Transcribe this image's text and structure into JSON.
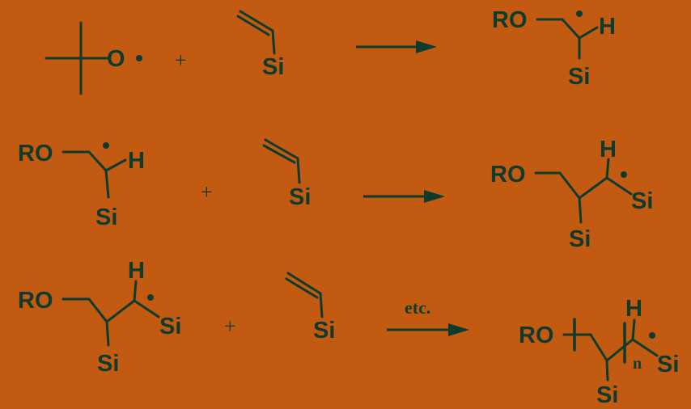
{
  "labels": {
    "ro": "RO",
    "o": "O",
    "h": "H",
    "si": "Si",
    "n": "n"
  },
  "symbols": {
    "plus": "+"
  },
  "arrow_notes": {
    "step3": "etc."
  },
  "colors": {
    "background": "#C35A12",
    "ink": "#0E3B2B"
  }
}
